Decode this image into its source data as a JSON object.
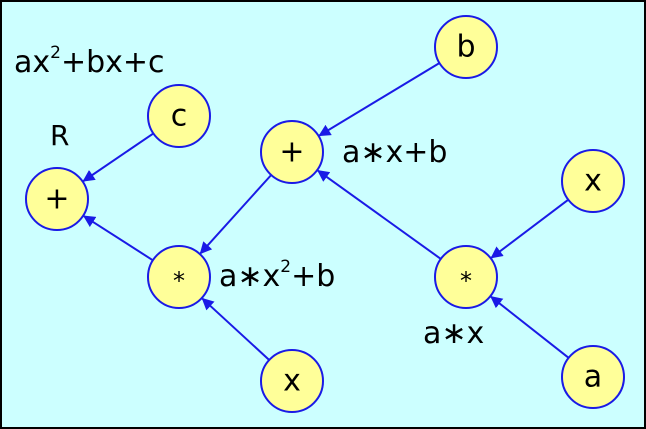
{
  "colors": {
    "background": "#ccffff",
    "border": "#000000",
    "node_fill": "#ffff99",
    "node_stroke": "#1a1ae6",
    "edge": "#1a1ae6",
    "text": "#000000"
  },
  "nodes": [
    {
      "id": "root-plus",
      "label": "+"
    },
    {
      "id": "c",
      "label": "c"
    },
    {
      "id": "mul-axx",
      "label": "*"
    },
    {
      "id": "x1",
      "label": "x"
    },
    {
      "id": "plus-axb",
      "label": "+"
    },
    {
      "id": "b",
      "label": "b"
    },
    {
      "id": "x2",
      "label": "x"
    },
    {
      "id": "mul-ax",
      "label": "*"
    },
    {
      "id": "a",
      "label": "a"
    }
  ],
  "edges": [
    {
      "from": "c",
      "to": "root-plus"
    },
    {
      "from": "mul-axx",
      "to": "root-plus"
    },
    {
      "from": "x1",
      "to": "mul-axx"
    },
    {
      "from": "plus-axb",
      "to": "mul-axx"
    },
    {
      "from": "b",
      "to": "plus-axb"
    },
    {
      "from": "mul-ax",
      "to": "plus-axb"
    },
    {
      "from": "x2",
      "to": "mul-ax"
    },
    {
      "from": "a",
      "to": "mul-ax"
    }
  ],
  "annotations": {
    "polynomial": {
      "base": "ax",
      "sup": "2",
      "rest": "+bx+c"
    },
    "result": "R",
    "a_x_plus_b": "a∗x+b",
    "a_x2_plus_b": {
      "base": "a∗x",
      "sup": "2",
      "rest": "+b"
    },
    "a_x": "a∗x"
  }
}
